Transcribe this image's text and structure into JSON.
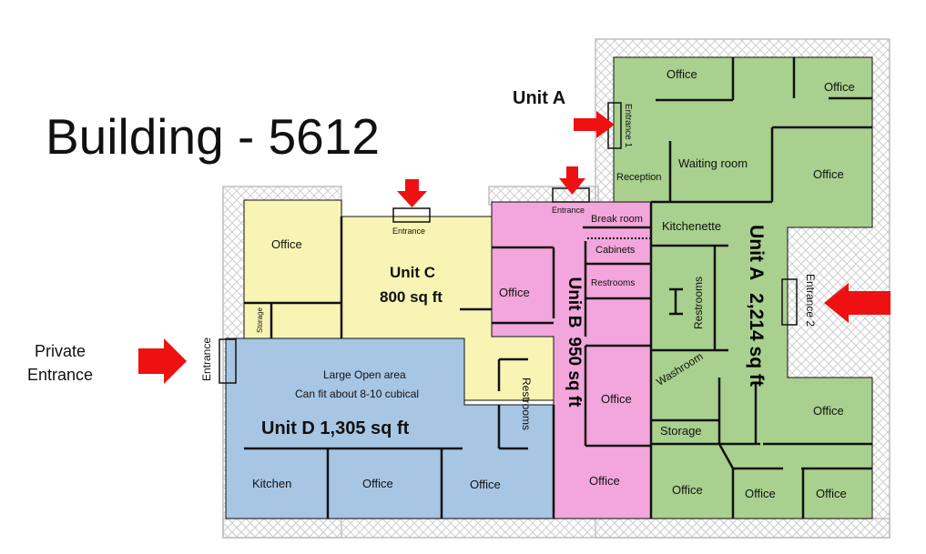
{
  "title": "Building - 5612",
  "private_entrance": {
    "line1": "Private",
    "line2": "Entrance"
  },
  "unit_a_top_label": "Unit A",
  "units": {
    "a": {
      "name": "Unit A",
      "area": "2,214 sq ft"
    },
    "b": {
      "name": "Unit B",
      "area": "950 sq ft"
    },
    "c": {
      "name": "Unit C",
      "area": "800 sq ft"
    },
    "d": {
      "name": "Unit D 1,305 sq ft"
    }
  },
  "rooms": {
    "a_office_top": "Office",
    "a_office_topright": "Office",
    "a_office_right": "Office",
    "a_waiting": "Waiting room",
    "a_reception": "Reception",
    "a_kitchenette": "Kitchenette",
    "a_restrooms": "Restrooms",
    "a_washroom": "Washroom",
    "a_storage": "Storage",
    "a_office_lowright": "Office",
    "a_office_bottom1": "Office",
    "a_office_bottom2": "Office",
    "a_office_bottom3": "Office",
    "b_breakroom": "Break room",
    "b_cabinets": "Cabinets",
    "b_restrooms": "Restrooms",
    "b_office_left": "Office",
    "b_office_mid": "Office",
    "b_office_bottom": "Office",
    "c_office": "Office",
    "c_storage": "Storage",
    "c_restrooms": "Restrooms",
    "d_open_line1": "Large Open area",
    "d_open_line2": "Can fit about 8-10 cubical",
    "d_kitchen": "Kitchen",
    "d_office1": "Office",
    "d_office2": "Office"
  },
  "entrances": {
    "c_top": "Entrance",
    "b_top": "Entrance",
    "a_1": "Entrance 1",
    "a_2": "Entrance 2",
    "d_left": "Entrance"
  },
  "colors": {
    "unit_a": "#a9d08e",
    "unit_b": "#f3a6db",
    "unit_c": "#f8f4b4",
    "unit_d": "#a7c6e4",
    "arrow": "#ee1111",
    "wall": "#111111",
    "frame": "#bfbfbf"
  },
  "icons": [
    "arrow-right-icon",
    "arrow-down-icon",
    "arrow-left-icon"
  ]
}
